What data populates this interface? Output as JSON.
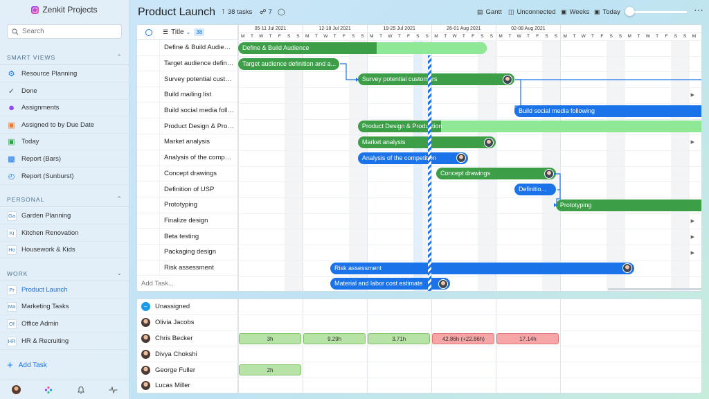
{
  "app": {
    "name": "Zenkit Projects"
  },
  "search": {
    "placeholder": "Search"
  },
  "smart_views": {
    "title": "SMART VIEWS",
    "items": [
      {
        "label": "Resource Planning",
        "icon": "resource-planning-icon"
      },
      {
        "label": "Done",
        "icon": "check-icon"
      },
      {
        "label": "Assignments",
        "icon": "person-icon"
      },
      {
        "label": "Assigned to by Due Date",
        "icon": "calendar-stack-icon"
      },
      {
        "label": "Today",
        "icon": "calendar-today-icon"
      },
      {
        "label": "Report (Bars)",
        "icon": "bar-chart-icon"
      },
      {
        "label": "Report (Sunburst)",
        "icon": "sunburst-icon"
      }
    ]
  },
  "personal": {
    "title": "PERSONAL",
    "items": [
      {
        "abbr": "Ga",
        "label": "Garden Planning"
      },
      {
        "abbr": "Ki",
        "label": "Kitchen Renovation"
      },
      {
        "abbr": "Ho",
        "label": "Housework & Kids"
      }
    ]
  },
  "work": {
    "title": "WORK",
    "items": [
      {
        "abbr": "Pr",
        "label": "Product Launch"
      },
      {
        "abbr": "Ma",
        "label": "Marketing Tasks"
      },
      {
        "abbr": "Of",
        "label": "Office Admin"
      },
      {
        "abbr": "HR",
        "label": "HR & Recruiting"
      }
    ]
  },
  "sidebar_add": "Add Task",
  "topbar": {
    "title": "Product Launch",
    "task_count": "38 tasks",
    "link_count": "7",
    "view": "Gantt",
    "unconnected": "Unconnected",
    "scale": "Weeks",
    "today": "Today"
  },
  "grid": {
    "title_header": "Title",
    "count_badge": "38",
    "add_task": "Add Task...",
    "tasks": [
      "Define & Build Audience",
      "Target audience definition and analysis",
      "Survey potential customers",
      "Build mailing list",
      "Build social media following",
      "Product Design & Production",
      "Market analysis",
      "Analysis of the competition",
      "Concept drawings",
      "Definition of USP",
      "Prototyping",
      "Finalize design",
      "Beta testing",
      "Packaging design",
      "Risk assessment"
    ]
  },
  "timeline": {
    "weeks": [
      "05-11 Jul 2021",
      "12-18 Jul 2021",
      "19-25 Jul 2021",
      "26-01 Aug 2021",
      "02-08 Aug 2021"
    ],
    "days": [
      "M",
      "T",
      "W",
      "T",
      "F",
      "S",
      "S",
      "M",
      "T",
      "W",
      "T",
      "F",
      "S",
      "S",
      "M",
      "T",
      "W",
      "T",
      "F",
      "S",
      "S",
      "M",
      "T",
      "W",
      "T",
      "F",
      "S",
      "S",
      "M",
      "T",
      "W",
      "T",
      "F",
      "S",
      "S",
      "M",
      "T",
      "W",
      "T",
      "F",
      "S",
      "S",
      "M",
      "T",
      "W",
      "T",
      "F",
      "S",
      "S",
      "M",
      "T"
    ],
    "bars": [
      {
        "label": "Define & Build Audience",
        "color": "green",
        "row": 0,
        "start": 0,
        "end": 27,
        "done": 15
      },
      {
        "label": "Target audience definition and a...",
        "color": "green",
        "row": 1,
        "start": 0,
        "end": 11
      },
      {
        "label": "Survey potential customers",
        "color": "green",
        "row": 2,
        "start": 13,
        "end": 30,
        "avatar": true
      },
      {
        "label": "Build social media following",
        "color": "blue",
        "row": 4,
        "start": 30,
        "end": 51
      },
      {
        "label": "Product Design & Production",
        "color": "green",
        "row": 5,
        "start": 13,
        "end": 51,
        "done": 22
      },
      {
        "label": "Market analysis",
        "color": "green",
        "row": 6,
        "start": 13,
        "end": 28,
        "avatar": true
      },
      {
        "label": "Analysis of the competition",
        "color": "blue",
        "row": 7,
        "start": 13,
        "end": 25,
        "avatar": true
      },
      {
        "label": "Concept drawings",
        "color": "green",
        "row": 8,
        "start": 21.5,
        "end": 34.5,
        "avatar": true
      },
      {
        "label": "Definitio...",
        "color": "blue",
        "row": 9,
        "start": 30,
        "end": 34.5
      },
      {
        "label": "Prototyping",
        "color": "green",
        "row": 10,
        "start": 34.5,
        "end": 51
      },
      {
        "label": "Risk assessment",
        "color": "blue",
        "row": 14,
        "start": 10,
        "end": 43,
        "avatar": true
      },
      {
        "label": "Material and labor cost estimate",
        "color": "blue",
        "row": 15,
        "start": 10,
        "end": 23,
        "avatar": true
      }
    ]
  },
  "resources": [
    {
      "name": "Unassigned",
      "cells": []
    },
    {
      "name": "Olivia Jacobs",
      "cells": []
    },
    {
      "name": "Chris Becker",
      "cells": [
        {
          "text": "3h",
          "color": "g",
          "start": 0,
          "end": 10
        },
        {
          "text": "9.29h",
          "color": "g",
          "start": 10,
          "end": 20
        },
        {
          "text": "3.71h",
          "color": "g",
          "start": 20,
          "end": 30
        },
        {
          "text": "42.86h (+22.86h)",
          "color": "r",
          "start": 30,
          "end": 40
        },
        {
          "text": "17.14h",
          "color": "r",
          "start": 40,
          "end": 51
        }
      ]
    },
    {
      "name": "Divya Chokshi",
      "cells": []
    },
    {
      "name": "George Fuller",
      "cells": [
        {
          "text": "2h",
          "color": "g",
          "start": 0,
          "end": 10
        }
      ]
    },
    {
      "name": "Lucas Miller",
      "cells": []
    }
  ],
  "colors": {
    "accent": "#1a73e8",
    "green": "#3c9f48",
    "light_green": "#8fe895",
    "overload": "#f6a6a6"
  }
}
